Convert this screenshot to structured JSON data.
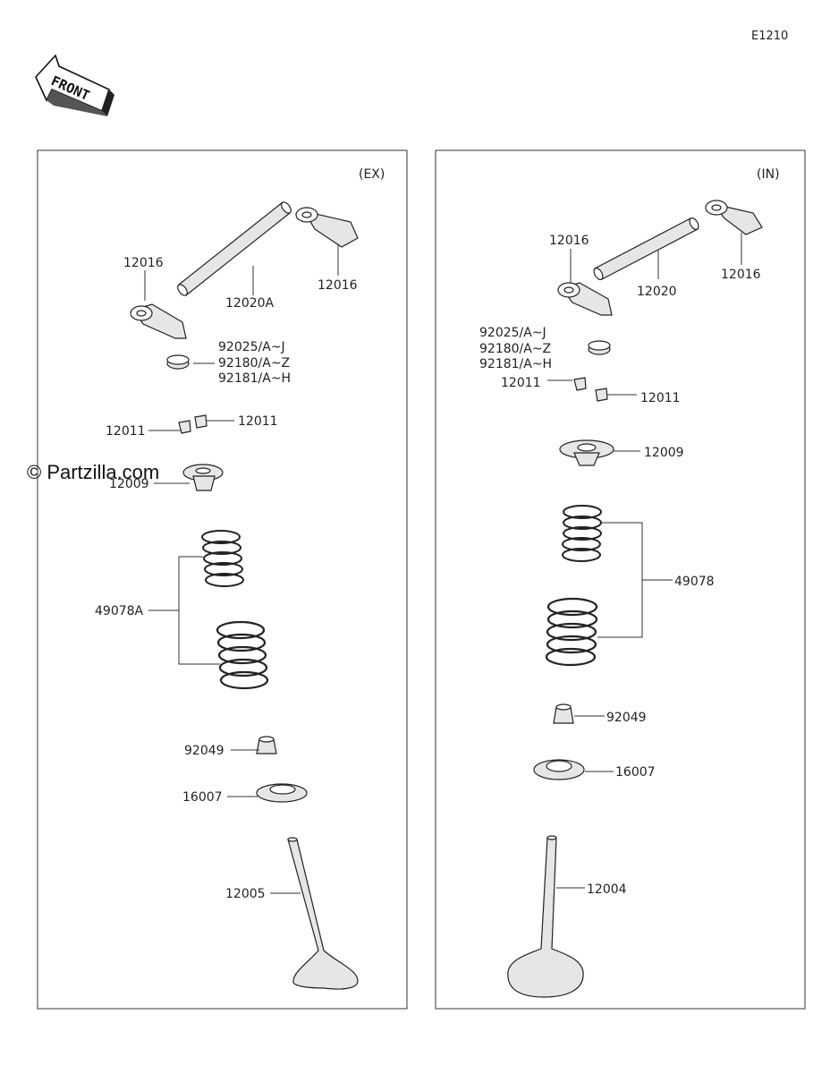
{
  "diagram_code": "E1210",
  "front_label": "FRONT",
  "watermark": "© Partzilla.com",
  "left_panel": {
    "tag": "(EX)",
    "labels": {
      "rocker_left": "12016",
      "shaft": "12020A",
      "rocker_right": "12016",
      "shim_a": "92025/A~J",
      "shim_b": "92180/A~Z",
      "shim_c": "92181/A~H",
      "cotter_left": "12011",
      "cotter_right": "12011",
      "retainer": "12009",
      "spring": "49078A",
      "seal": "92049",
      "seat": "16007",
      "valve": "12005"
    }
  },
  "right_panel": {
    "tag": "(IN)",
    "labels": {
      "rocker_left": "12016",
      "shaft": "12020",
      "rocker_right": "12016",
      "shim_a": "92025/A~J",
      "shim_b": "92180/A~Z",
      "shim_c": "92181/A~H",
      "cotter_left": "12011",
      "cotter_right": "12011",
      "retainer": "12009",
      "spring": "49078",
      "seal": "92049",
      "seat": "16007",
      "valve": "12004"
    }
  }
}
